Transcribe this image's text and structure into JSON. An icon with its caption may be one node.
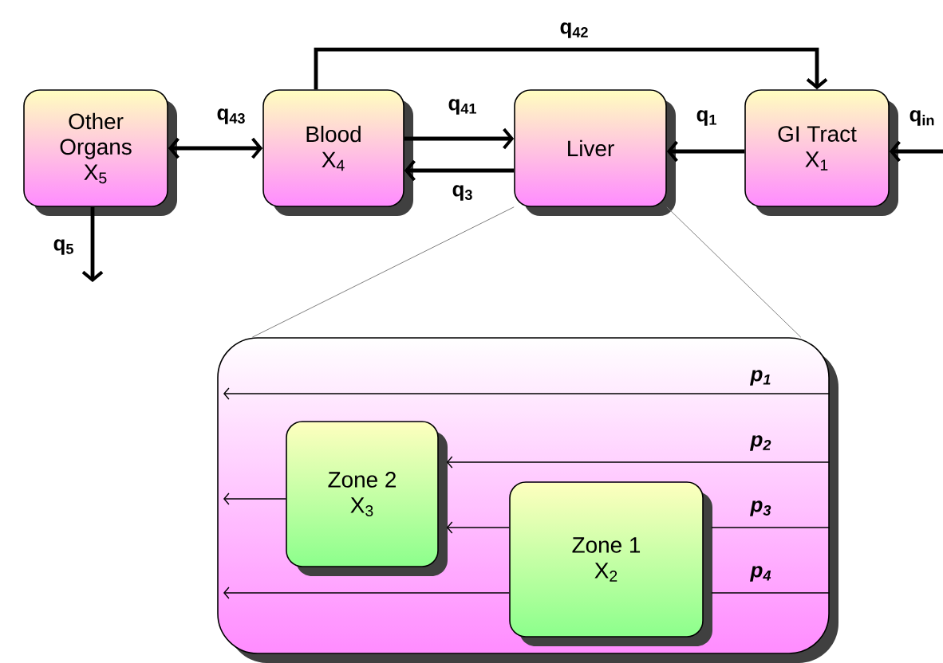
{
  "diagram": {
    "nodes": [
      {
        "text": [
          "Other Organs X$_{5}$"
        ]
      },
      {
        "text": [
          "Blood X$_{4}$"
        ]
      },
      {
        "text": [
          "Liver"
        ]
      },
      {
        "text": [
          "GI Tract X$_{1}$"
        ]
      },
      {
        "text": [],
        "shape": "box"
      },
      {
        "text": [
          "Zone 2 X$_{3}$"
        ],
        "in": 4
      },
      {
        "text": [
          "Zone 1 X$_{2}$"
        ],
        "in": 4
      }
    ],
    "edges": [
      {
        "from": 0,
        "to": 1,
        "arrow": "both",
        "label": "q$_{43}$",
        "style": "thick"
      },
      {
        "from": 1,
        "to": 2,
        "arrow": "to",
        "label": "q$_{41}$",
        "style": "thick"
      },
      {
        "from": 2,
        "to": 1,
        "arrow": "to",
        "label": "q$_{3}$",
        "style": "thick"
      },
      {
        "from": 1,
        "to": 3,
        "arrow": "to",
        "label": "q$_{42}$",
        "style": "thick"
      },
      {
        "from": 3,
        "to": 2,
        "arrow": "to",
        "label": "q$_{1}$",
        "style": "thick"
      },
      {
        "from": null,
        "to": 3,
        "arrow": "to",
        "label": "q$_{in}$",
        "style": "thick"
      },
      {
        "from": 0,
        "to": null,
        "arrow": "to",
        "label": "q$_{5}$",
        "style": "thick"
      },
      {
        "from": 2,
        "to": 4,
        "arrow": "none",
        "color": "#808080"
      },
      {
        "from": 2,
        "to": 4,
        "arrow": "none",
        "color": "#808080"
      },
      {
        "from": null,
        "to": 5,
        "arrow": "to",
        "label": "p$_{2}$"
      },
      {
        "from": null,
        "to": 6,
        "arrow": "none",
        "label": "p$_{3}$"
      },
      {
        "from": 6,
        "to": 5,
        "arrow": "to"
      },
      {
        "from": 5,
        "to": null,
        "arrow": "to"
      },
      {
        "from": null,
        "to": 6,
        "arrow": "none",
        "label": "p$_{4}$"
      },
      {
        "from": 6,
        "to": null,
        "arrow": "to"
      }
    ],
    "labels": [
      "p$_{1}$"
    ]
  }
}
